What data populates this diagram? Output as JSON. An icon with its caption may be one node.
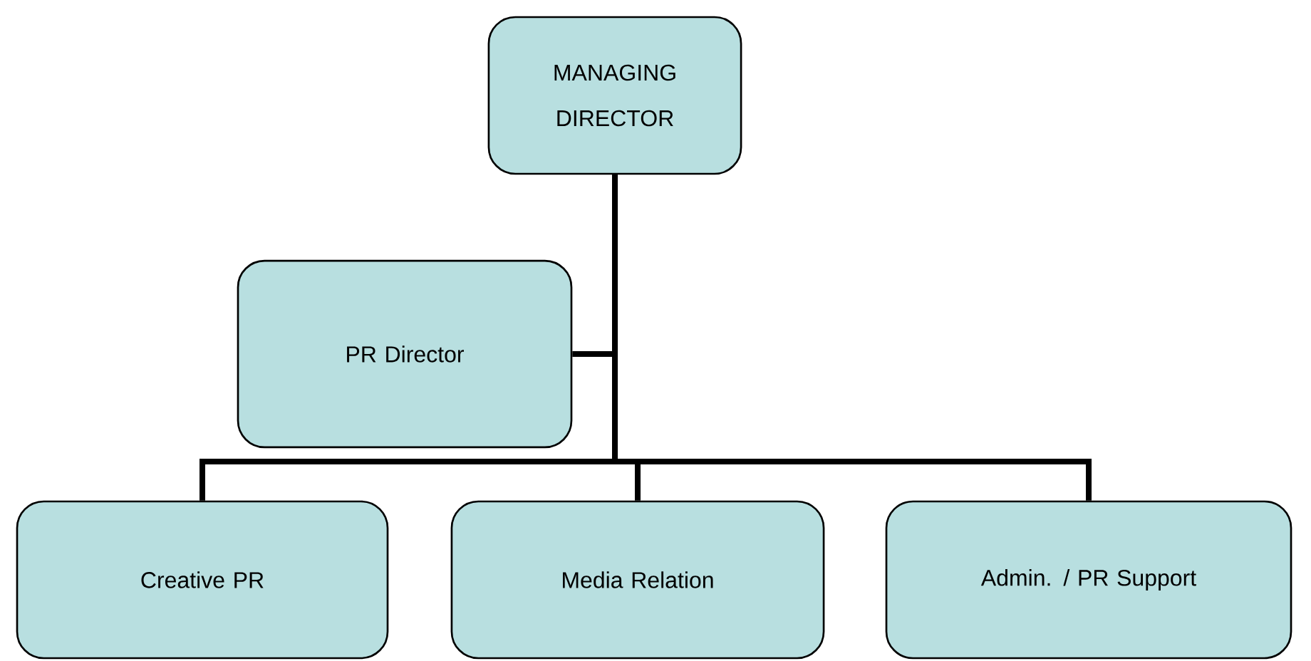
{
  "diagram": {
    "nodes": [
      {
        "text": [
          "MANAGING DIRECTOR"
        ]
      },
      {
        "text": [
          "PR Director"
        ]
      },
      {
        "text": [
          "Creative PR"
        ]
      },
      {
        "text": [
          "Media Relation"
        ]
      },
      {
        "text": [
          "Admin.  / PR Support"
        ]
      }
    ],
    "edges": [
      {
        "from": 0,
        "to": 1,
        "arrow": "none"
      },
      {
        "from": 0,
        "to": 2,
        "arrow": "none"
      },
      {
        "from": 0,
        "to": 3,
        "arrow": "none"
      },
      {
        "from": 0,
        "to": 4,
        "arrow": "none"
      }
    ]
  }
}
